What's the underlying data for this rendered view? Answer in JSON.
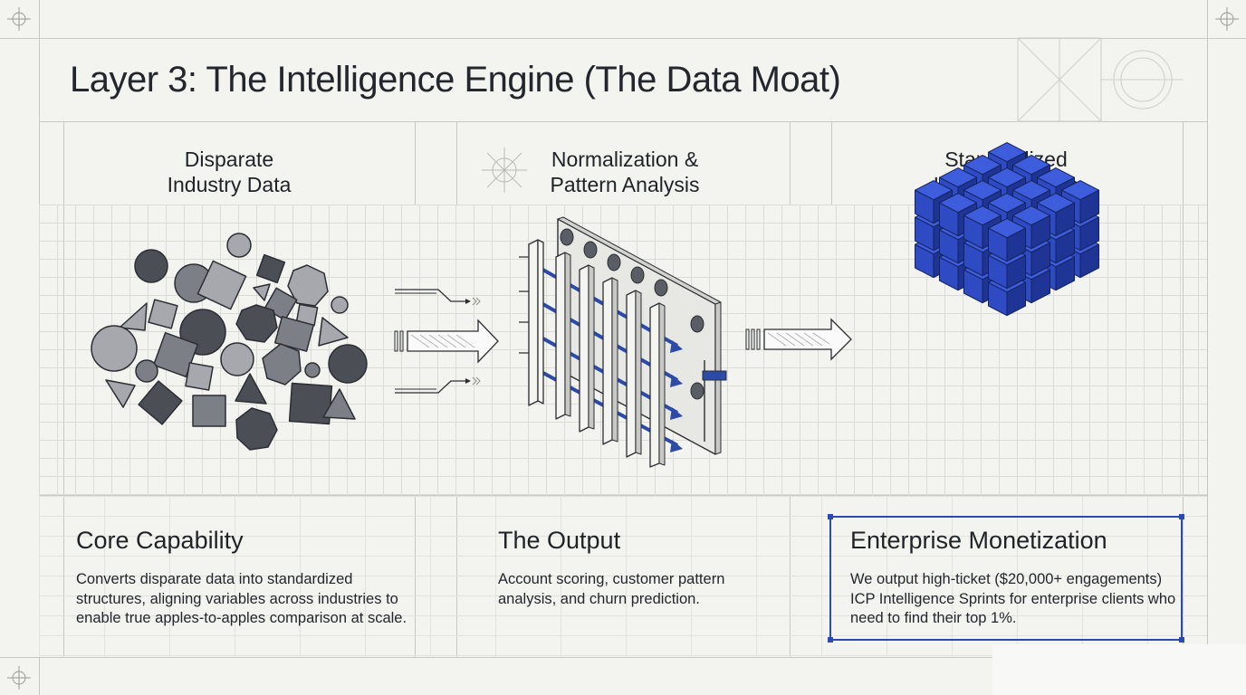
{
  "title": "Layer 3: The Intelligence Engine (The Data Moat)",
  "stages": [
    {
      "title_lines": [
        "Disparate",
        "Industry Data"
      ]
    },
    {
      "title_lines": [
        "Normalization &",
        "Pattern Analysis"
      ]
    },
    {
      "title_lines": [
        "Standardized",
        "ICP Intelligence"
      ]
    }
  ],
  "cards": [
    {
      "title": "Core Capability",
      "body": "Converts disparate data into standardized structures, aligning variables across industries to enable true apples-to-apples comparison at scale."
    },
    {
      "title": "The Output",
      "body": "Account scoring, customer pattern analysis, and churn prediction."
    },
    {
      "title": "Enterprise Monetization",
      "body": "We output high-ticket ($20,000+ engagements) ICP Intelligence Sprints for enterprise clients who need to find their top 1%.",
      "highlighted": true
    }
  ],
  "colors": {
    "accent": "#2c4aa8",
    "cube": "#2e4bc4",
    "shape_dark": "#4b4e55",
    "shape_mid": "#7c7f86",
    "shape_light": "#a6a8ad",
    "background": "#f3f3ef"
  }
}
